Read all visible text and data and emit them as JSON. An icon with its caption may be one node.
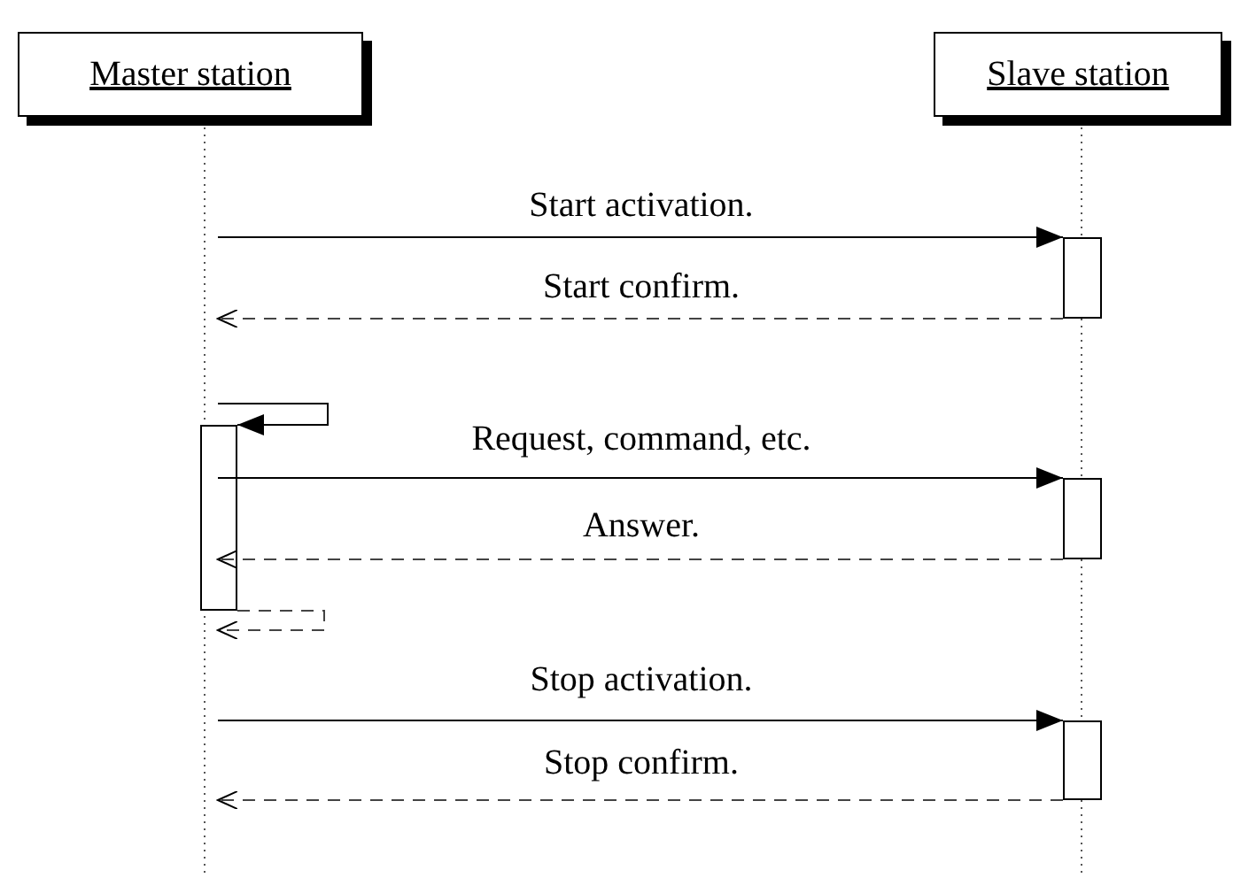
{
  "diagram": {
    "nodes": [
      {
        "text": [
          "Master station"
        ]
      },
      {
        "text": [
          "Slave station"
        ]
      }
    ],
    "edges": [
      {
        "from": 0,
        "to": 1,
        "arrow": "to",
        "label": "Start activation."
      },
      {
        "from": 1,
        "to": 0,
        "arrow": "to",
        "label": "Start confirm.",
        "style": "dashed"
      },
      {
        "from": 0,
        "to": 0,
        "arrow": "to"
      },
      {
        "from": 0,
        "to": 1,
        "arrow": "to",
        "label": "Request, command, etc."
      },
      {
        "from": 1,
        "to": 0,
        "arrow": "to",
        "label": "Answer.",
        "style": "dashed"
      },
      {
        "from": 0,
        "to": 0,
        "arrow": "to",
        "style": "dashed"
      },
      {
        "from": 0,
        "to": 1,
        "arrow": "to",
        "label": "Stop activation."
      },
      {
        "from": 1,
        "to": 0,
        "arrow": "to",
        "label": "Stop confirm.",
        "style": "dashed"
      }
    ]
  }
}
